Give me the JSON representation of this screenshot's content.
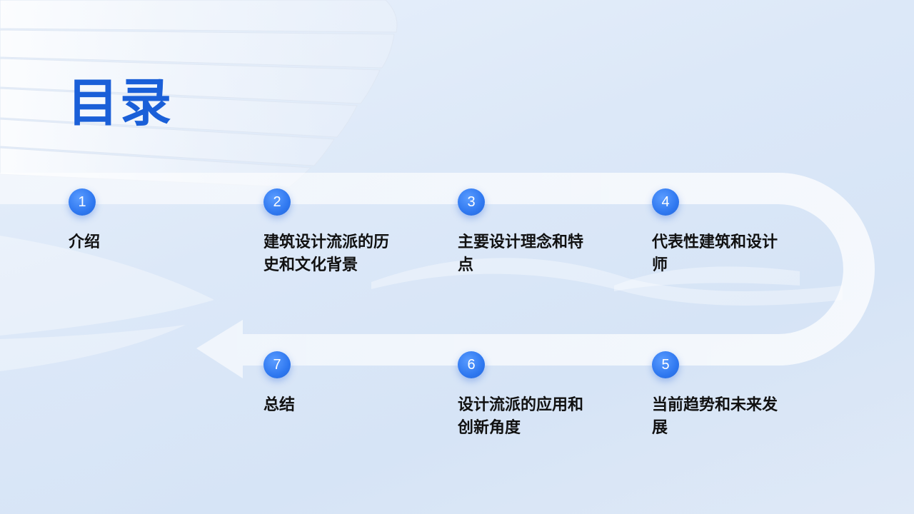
{
  "title": "目录",
  "colors": {
    "accent": "#1a5fd8",
    "badge": "#2f78f0",
    "text": "#111111"
  },
  "steps": [
    {
      "number": "1",
      "label": "介绍"
    },
    {
      "number": "2",
      "label": "建筑设计流派的历史和文化背景"
    },
    {
      "number": "3",
      "label": "主要设计理念和特点"
    },
    {
      "number": "4",
      "label": "代表性建筑和设计师"
    },
    {
      "number": "5",
      "label": "当前趋势和未来发展"
    },
    {
      "number": "6",
      "label": "设计流派的应用和创新角度"
    },
    {
      "number": "7",
      "label": "总结"
    }
  ]
}
